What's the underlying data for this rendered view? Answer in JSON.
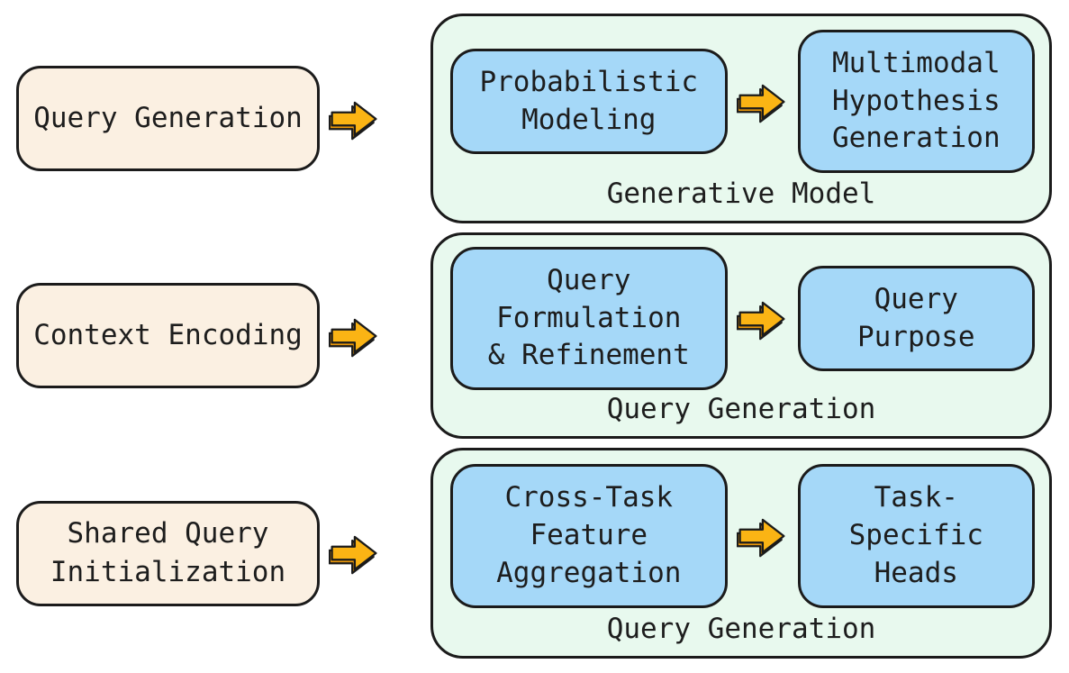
{
  "diagram_title": "",
  "colors": {
    "background": "#ffffff",
    "input_node_fill": "#FBF0E2",
    "step_node_fill": "#A5D8F8",
    "group_fill": "#E8F9EE",
    "outline": "#1b1b1b",
    "arrow_fill": "#FBB414",
    "arrow_shadow": "#E8960B",
    "text": "#1d1d1d"
  },
  "icons": {
    "arrow": "block-arrow-right-icon"
  },
  "rows": [
    {
      "input_label": "Query Generation",
      "group_label": "Generative Model",
      "steps": [
        "Probabilistic\nModeling",
        "Multimodal\nHypothesis\nGeneration"
      ]
    },
    {
      "input_label": "Context Encoding",
      "group_label": "Query Generation",
      "steps": [
        "Query\nFormulation\n& Refinement",
        "Query\nPurpose"
      ]
    },
    {
      "input_label": "Shared Query\nInitialization",
      "group_label": "Query Generation",
      "steps": [
        "Cross-Task\nFeature\nAggregation",
        "Task-\nSpecific\nHeads"
      ]
    }
  ]
}
